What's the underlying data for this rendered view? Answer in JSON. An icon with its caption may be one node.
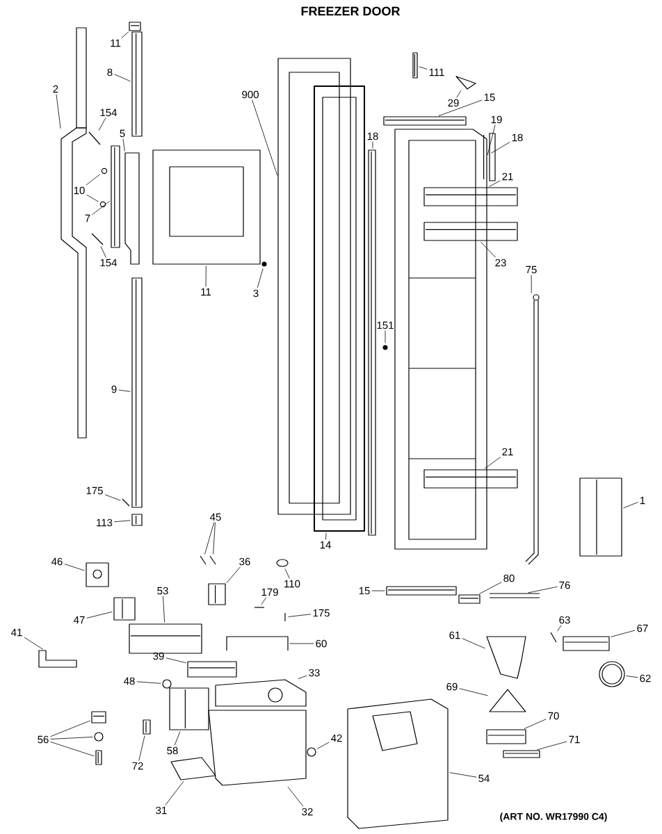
{
  "diagram": {
    "title": "FREEZER DOOR",
    "nodes": [
      {
        "text": [
          "11"
        ]
      },
      {
        "text": [
          "8"
        ]
      },
      {
        "text": [
          "2"
        ]
      },
      {
        "text": [
          "900"
        ]
      },
      {
        "text": [
          "111"
        ]
      },
      {
        "text": [
          "29"
        ]
      },
      {
        "text": [
          "15"
        ]
      },
      {
        "text": [
          "19"
        ]
      },
      {
        "text": [
          "18"
        ]
      },
      {
        "text": [
          "18"
        ]
      },
      {
        "text": [
          "154"
        ]
      },
      {
        "text": [
          "5"
        ]
      },
      {
        "text": [
          "10"
        ]
      },
      {
        "text": [
          "7"
        ]
      },
      {
        "text": [
          "154"
        ]
      },
      {
        "text": [
          "11"
        ]
      },
      {
        "text": [
          "3"
        ]
      },
      {
        "text": [
          "21"
        ]
      },
      {
        "text": [
          "23"
        ]
      },
      {
        "text": [
          "75"
        ]
      },
      {
        "text": [
          "151"
        ]
      },
      {
        "text": [
          "21"
        ]
      },
      {
        "text": [
          "1"
        ]
      },
      {
        "text": [
          "9"
        ]
      },
      {
        "text": [
          "175"
        ]
      },
      {
        "text": [
          "113"
        ]
      },
      {
        "text": [
          "45"
        ]
      },
      {
        "text": [
          "36"
        ]
      },
      {
        "text": [
          "46"
        ]
      },
      {
        "text": [
          "14"
        ]
      },
      {
        "text": [
          "110"
        ]
      },
      {
        "text": [
          "47"
        ]
      },
      {
        "text": [
          "53"
        ]
      },
      {
        "text": [
          "179"
        ]
      },
      {
        "text": [
          "175"
        ]
      },
      {
        "text": [
          "15"
        ]
      },
      {
        "text": [
          "80"
        ]
      },
      {
        "text": [
          "76"
        ]
      },
      {
        "text": [
          "41"
        ]
      },
      {
        "text": [
          "60"
        ]
      },
      {
        "text": [
          "39"
        ]
      },
      {
        "text": [
          "63"
        ]
      },
      {
        "text": [
          "67"
        ]
      },
      {
        "text": [
          "61"
        ]
      },
      {
        "text": [
          "48"
        ]
      },
      {
        "text": [
          "33"
        ]
      },
      {
        "text": [
          "62"
        ]
      },
      {
        "text": [
          "69"
        ]
      },
      {
        "text": [
          "56"
        ]
      },
      {
        "text": [
          "58"
        ]
      },
      {
        "text": [
          "42"
        ]
      },
      {
        "text": [
          "70"
        ]
      },
      {
        "text": [
          "72"
        ]
      },
      {
        "text": [
          "71"
        ]
      },
      {
        "text": [
          "54"
        ]
      },
      {
        "text": [
          "31"
        ]
      },
      {
        "text": [
          "32"
        ]
      },
      {
        "text": [],
        "shape": "picture"
      },
      {
        "text": [],
        "shape": "picture"
      },
      {
        "text": [],
        "shape": "picture"
      },
      {
        "text": [],
        "shape": "picture"
      },
      {
        "text": [],
        "shape": "picture"
      },
      {
        "text": [],
        "shape": "picture"
      },
      {
        "text": [],
        "shape": "picture"
      },
      {
        "text": [],
        "shape": "picture"
      },
      {
        "text": [],
        "shape": "picture"
      },
      {
        "text": [],
        "shape": "picture"
      },
      {
        "text": [],
        "shape": "picture"
      },
      {
        "text": [],
        "shape": "picture"
      },
      {
        "text": [],
        "shape": "picture"
      },
      {
        "text": [],
        "shape": "picture"
      },
      {
        "text": [],
        "shape": "picture"
      },
      {
        "text": [],
        "shape": "picture"
      },
      {
        "text": [],
        "shape": "picture"
      },
      {
        "text": [],
        "shape": "picture"
      },
      {
        "text": [],
        "shape": "picture"
      },
      {
        "text": [],
        "shape": "picture"
      },
      {
        "text": [],
        "shape": "picture"
      },
      {
        "text": [],
        "shape": "picture"
      },
      {
        "text": [],
        "shape": "picture"
      },
      {
        "text": [],
        "shape": "picture"
      },
      {
        "text": [],
        "shape": "picture"
      },
      {
        "text": [],
        "shape": "picture"
      },
      {
        "text": [],
        "shape": "picture"
      },
      {
        "text": [],
        "shape": "picture"
      },
      {
        "text": [],
        "shape": "picture"
      },
      {
        "text": [],
        "shape": "picture"
      },
      {
        "text": [],
        "shape": "picture"
      },
      {
        "text": [],
        "shape": "picture"
      },
      {
        "text": [],
        "shape": "picture"
      },
      {
        "text": [],
        "shape": "picture"
      },
      {
        "text": [],
        "shape": "picture"
      },
      {
        "text": [],
        "shape": "picture"
      },
      {
        "text": [],
        "shape": "picture"
      },
      {
        "text": [],
        "shape": "picture"
      },
      {
        "text": [],
        "shape": "picture"
      },
      {
        "text": [],
        "shape": "picture"
      },
      {
        "text": [],
        "shape": "picture"
      },
      {
        "text": [],
        "shape": "picture"
      },
      {
        "text": [],
        "shape": "picture"
      },
      {
        "text": [],
        "shape": "picture"
      },
      {
        "text": [],
        "shape": "picture"
      },
      {
        "text": [],
        "shape": "picture"
      },
      {
        "text": [],
        "shape": "picture"
      },
      {
        "text": [],
        "shape": "picture"
      },
      {
        "text": [],
        "shape": "picture"
      },
      {
        "text": [],
        "shape": "picture"
      },
      {
        "text": [],
        "shape": "picture"
      },
      {
        "text": [],
        "shape": "picture"
      },
      {
        "text": [],
        "shape": "picture"
      },
      {
        "text": [],
        "shape": "picture"
      },
      {
        "text": [],
        "shape": "picture"
      },
      {
        "text": [],
        "shape": "picture"
      },
      {
        "text": [],
        "shape": "picture"
      },
      {
        "text": [],
        "shape": "picture"
      },
      {
        "text": [],
        "shape": "picture"
      },
      {
        "text": [],
        "shape": "picture"
      },
      {
        "text": [],
        "shape": "picture"
      }
    ],
    "edges": [
      {
        "from": 0,
        "to": 57,
        "arrow": "none"
      },
      {
        "from": 1,
        "to": 58,
        "arrow": "none"
      },
      {
        "from": 2,
        "to": 59,
        "arrow": "none"
      },
      {
        "from": 3,
        "to": 60,
        "arrow": "none"
      },
      {
        "from": 4,
        "to": 61,
        "arrow": "none"
      },
      {
        "from": 5,
        "to": 62,
        "arrow": "none"
      },
      {
        "from": 6,
        "to": 63,
        "arrow": "none"
      },
      {
        "from": 7,
        "to": 64,
        "arrow": "none"
      },
      {
        "from": 8,
        "to": 65,
        "arrow": "none"
      },
      {
        "from": 9,
        "to": 66,
        "arrow": "none"
      },
      {
        "from": 10,
        "to": 67,
        "arrow": "none"
      },
      {
        "from": 11,
        "to": 68,
        "arrow": "none"
      },
      {
        "from": 12,
        "to": 69,
        "arrow": "none"
      },
      {
        "from": 12,
        "to": 70,
        "arrow": "none"
      },
      {
        "from": 13,
        "to": 71,
        "arrow": "none"
      },
      {
        "from": 14,
        "to": 72,
        "arrow": "none"
      },
      {
        "from": 15,
        "to": 73,
        "arrow": "none"
      },
      {
        "from": 16,
        "to": 74,
        "arrow": "none"
      },
      {
        "from": 17,
        "to": 75,
        "arrow": "none"
      },
      {
        "from": 18,
        "to": 76,
        "arrow": "none"
      },
      {
        "from": 19,
        "to": 77,
        "arrow": "none"
      },
      {
        "from": 20,
        "to": 78,
        "arrow": "none"
      },
      {
        "from": 21,
        "to": 79,
        "arrow": "none"
      },
      {
        "from": 22,
        "to": 80,
        "arrow": "none"
      },
      {
        "from": 23,
        "to": 81,
        "arrow": "none"
      },
      {
        "from": 24,
        "to": 82,
        "arrow": "none"
      },
      {
        "from": 25,
        "to": 83,
        "arrow": "none"
      },
      {
        "from": 26,
        "to": 84,
        "arrow": "none"
      },
      {
        "from": 26,
        "to": 85,
        "arrow": "none"
      },
      {
        "from": 27,
        "to": 86,
        "arrow": "none"
      },
      {
        "from": 28,
        "to": 87,
        "arrow": "none"
      },
      {
        "from": 29,
        "to": 88,
        "arrow": "none"
      },
      {
        "from": 30,
        "to": 89,
        "arrow": "none"
      },
      {
        "from": 31,
        "to": 90,
        "arrow": "none"
      },
      {
        "from": 32,
        "to": 91,
        "arrow": "none"
      },
      {
        "from": 33,
        "to": 92,
        "arrow": "none"
      },
      {
        "from": 34,
        "to": 93,
        "arrow": "none"
      },
      {
        "from": 35,
        "to": 94,
        "arrow": "none"
      },
      {
        "from": 36,
        "to": 95,
        "arrow": "none"
      },
      {
        "from": 37,
        "to": 96,
        "arrow": "none"
      },
      {
        "from": 38,
        "to": 97,
        "arrow": "none"
      },
      {
        "from": 39,
        "to": 98,
        "arrow": "none"
      },
      {
        "from": 40,
        "to": 99,
        "arrow": "none"
      },
      {
        "from": 41,
        "to": 100,
        "arrow": "none"
      },
      {
        "from": 42,
        "to": 101,
        "arrow": "none"
      },
      {
        "from": 43,
        "to": 102,
        "arrow": "none"
      },
      {
        "from": 44,
        "to": 103,
        "arrow": "none"
      },
      {
        "from": 45,
        "to": 104,
        "arrow": "none"
      },
      {
        "from": 46,
        "to": 105,
        "arrow": "none"
      },
      {
        "from": 47,
        "to": 106,
        "arrow": "none"
      },
      {
        "from": 48,
        "to": 107,
        "arrow": "none"
      },
      {
        "from": 48,
        "to": 108,
        "arrow": "none"
      },
      {
        "from": 48,
        "to": 109,
        "arrow": "none"
      },
      {
        "from": 49,
        "to": 110,
        "arrow": "none"
      },
      {
        "from": 50,
        "to": 111,
        "arrow": "none"
      },
      {
        "from": 51,
        "to": 112,
        "arrow": "none"
      },
      {
        "from": 52,
        "to": 113,
        "arrow": "none"
      },
      {
        "from": 53,
        "to": 114,
        "arrow": "none"
      },
      {
        "from": 54,
        "to": 115,
        "arrow": "none"
      },
      {
        "from": 55,
        "to": 116,
        "arrow": "none"
      },
      {
        "from": 56,
        "to": 117,
        "arrow": "none"
      }
    ],
    "labels": [
      "(ART NO. WR17990 C4)"
    ]
  }
}
